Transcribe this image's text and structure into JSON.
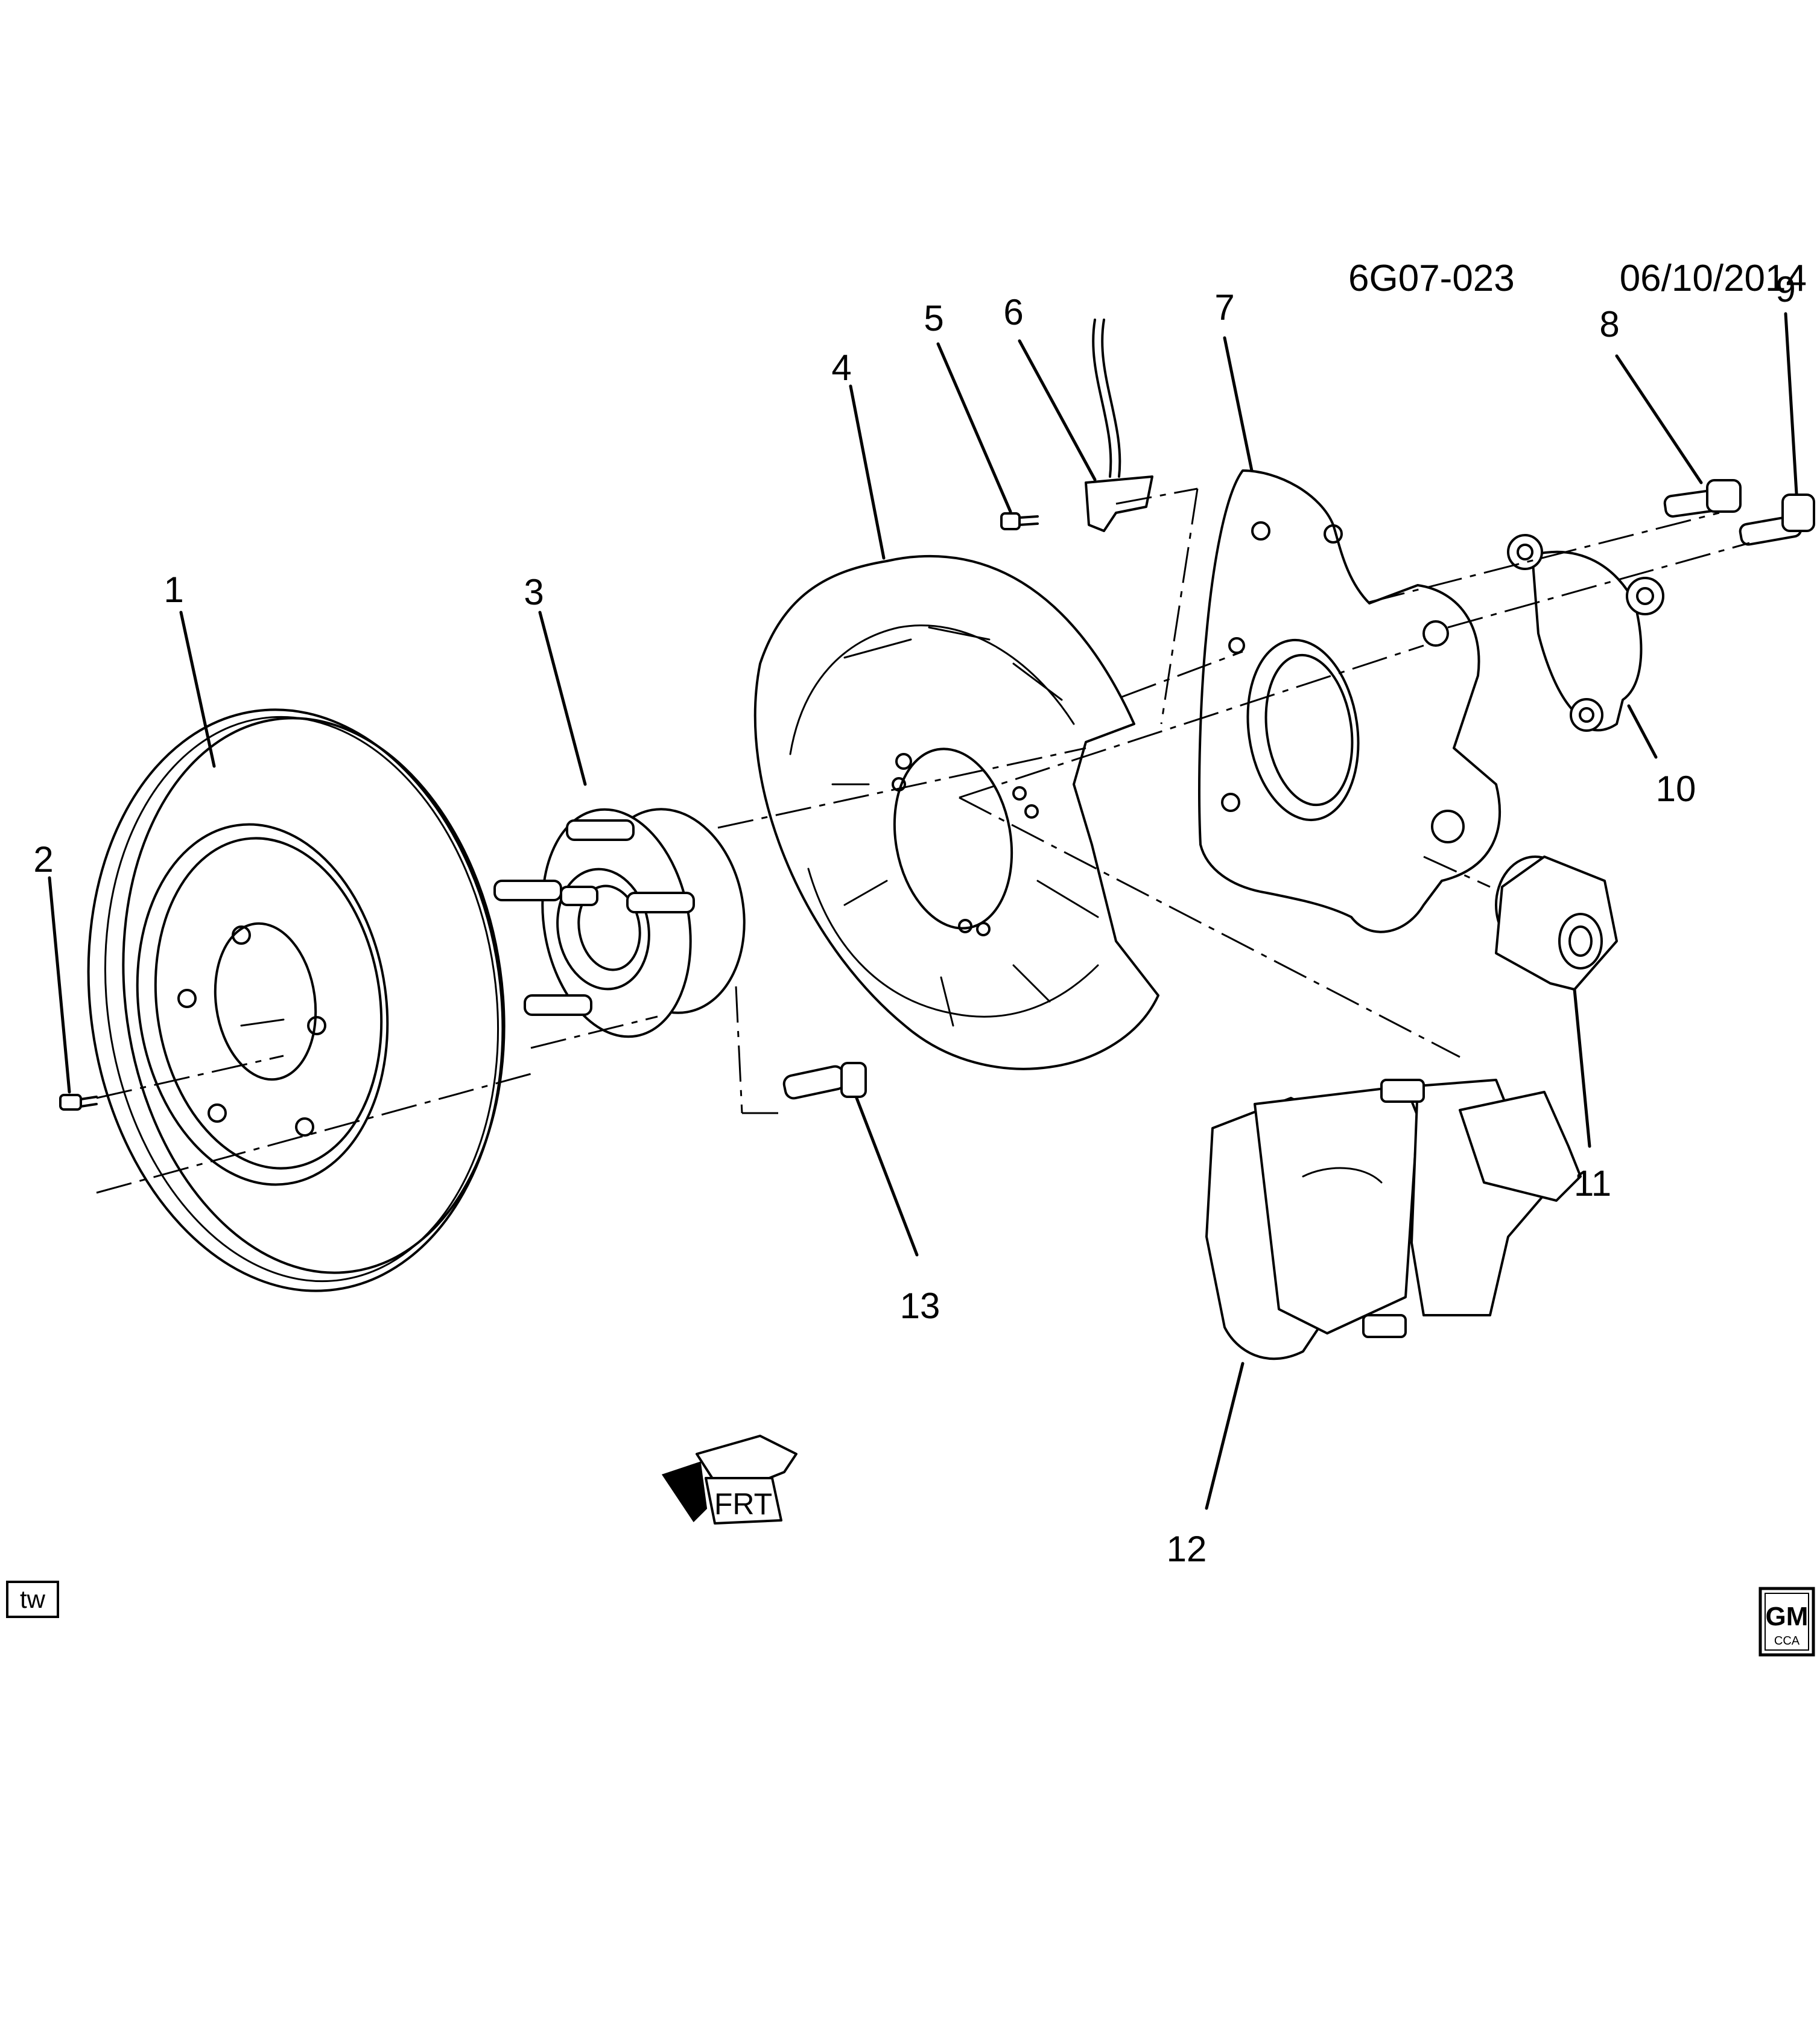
{
  "header": {
    "drawing_code": "6G07-023",
    "date": "06/10/2014"
  },
  "callouts": [
    "1",
    "2",
    "3",
    "4",
    "5",
    "6",
    "7",
    "8",
    "9",
    "10",
    "11",
    "12",
    "13"
  ],
  "orientation_label": "FRT",
  "corner_tag": "tw",
  "logo": {
    "text": "GM",
    "subtext": "CCA"
  }
}
